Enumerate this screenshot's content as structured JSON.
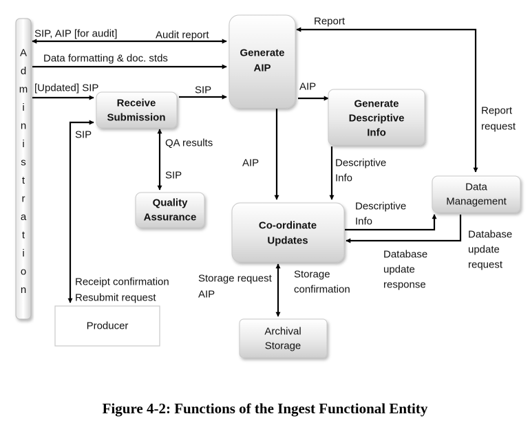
{
  "caption": "Figure 4-2:  Functions of the Ingest Functional Entity",
  "admin_letters": [
    "A",
    "d",
    "m",
    "i",
    "n",
    "i",
    "s",
    "t",
    "r",
    "a",
    "t",
    "i",
    "o",
    "n"
  ],
  "nodes": {
    "receive_submission": [
      "Receive",
      "Submission"
    ],
    "generate_aip": [
      "Generate",
      "AIP"
    ],
    "generate_descriptive_info": [
      "Generate",
      "Descriptive",
      "Info"
    ],
    "quality_assurance": [
      "Quality",
      "Assurance"
    ],
    "coordinate_updates": [
      "Co-ordinate",
      "Updates"
    ],
    "data_management": [
      "Data",
      "Management"
    ],
    "producer": [
      "Producer"
    ],
    "archival_storage": [
      "Archival",
      "Storage"
    ]
  },
  "edge_labels": {
    "sip_aip_for_audit": "SIP, AIP [for audit]",
    "audit_report": "Audit report",
    "data_formatting": "Data formatting & doc. stds",
    "updated_sip": "[Updated] SIP",
    "sip_to_generate": "SIP",
    "aip_to_descriptive": "AIP",
    "report": "Report",
    "report_request": [
      "Report",
      "request"
    ],
    "sip_from_producer": "SIP",
    "qa_results": "QA results",
    "sip_to_qa": "SIP",
    "aip_to_coordinate": "AIP",
    "descriptive_info_down": [
      "Descriptive",
      "Info"
    ],
    "descriptive_info_right": [
      "Descriptive",
      "Info"
    ],
    "database_update_request": [
      "Database",
      "update",
      "request"
    ],
    "database_update_response": [
      "Database",
      "update",
      "response"
    ],
    "receipt_confirmation": [
      "Receipt confirmation",
      "Resubmit request"
    ],
    "storage_request": [
      "Storage request",
      "AIP"
    ],
    "storage_confirmation": [
      "Storage",
      "confirmation"
    ]
  }
}
